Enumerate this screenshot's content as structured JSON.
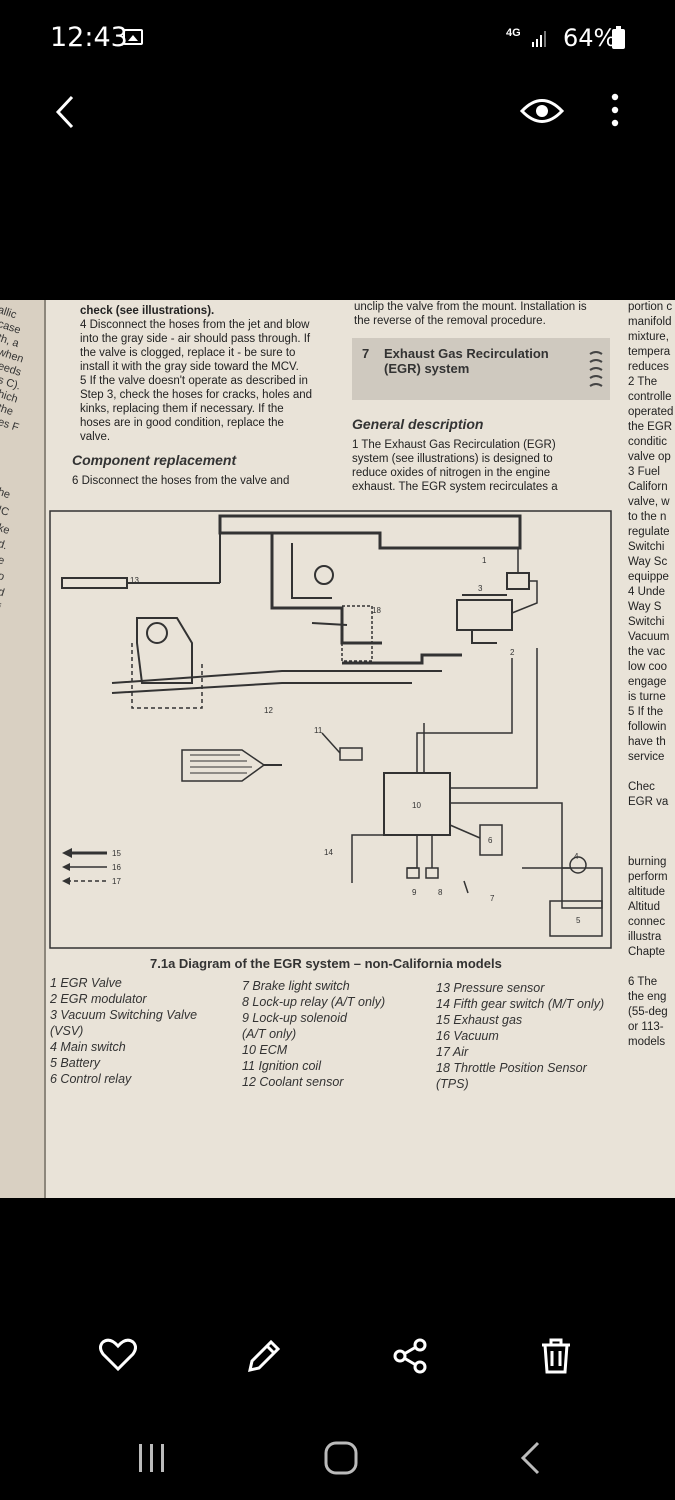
{
  "status": {
    "time": "12:43",
    "network": "4G",
    "battery": "64%"
  },
  "toolbar": {
    "back_icon": "back-arrow-icon",
    "view_icon": "eye-icon",
    "more_icon": "more-vertical-icon"
  },
  "photo": {
    "left_margin": [
      "allic",
      "case",
      "th, a",
      "when",
      "eeds",
      "s C).",
      "hich",
      "the",
      "es F",
      "he",
      "IC",
      "ke",
      "d.",
      "e",
      "o",
      "d",
      "i"
    ],
    "col1": [
      "check (see illustrations).",
      "4 Disconnect the hoses from the jet and blow",
      "into the gray side - air should pass through. If",
      "the valve is clogged, replace it - be sure to",
      "install it with the gray side toward the MCV.",
      "5 If the valve doesn't operate as described in",
      "Step 3, check the hoses for cracks, holes and",
      "kinks, replacing them if necessary. If the",
      "hoses are in good condition, replace the",
      "valve."
    ],
    "component_heading": "Component replacement",
    "col1_after": "6 Disconnect the hoses from the valve and",
    "col2_top": [
      "unclip the valve from the mount. Installation is",
      "the reverse of the removal procedure."
    ],
    "section": {
      "number": "7",
      "title": "Exhaust Gas Recirculation (EGR) system"
    },
    "general_heading": "General description",
    "col2": [
      "1 The Exhaust Gas Recirculation (EGR)",
      "system (see illustrations) is designed to",
      "reduce oxides of nitrogen in the engine",
      "exhaust. The EGR system recirculates a"
    ],
    "right_col": [
      "portion c",
      "manifold",
      "mixture,",
      "tempera",
      "reduces",
      "2 The",
      "controlle",
      "operated",
      "the EGR",
      "conditic",
      "valve op",
      "3 Fuel",
      "Californ",
      "valve, w",
      "to the n",
      "regulate",
      "Switchi",
      "Way Sc",
      "equippe",
      "4 Unde",
      "Way S",
      "Switchi",
      "Vacuum",
      "the vac",
      "low coo",
      "engage",
      "is turne",
      "5 If the",
      "followin",
      "have th",
      "service",
      "",
      "Chec",
      "EGR va",
      "",
      "",
      "",
      "burning",
      "perform",
      "altitude",
      "Altitud",
      "connec",
      "illustra",
      "Chapte",
      "",
      "6 The",
      "the eng",
      "(55-deg",
      "or 113-",
      "models"
    ],
    "diagram_labels": [
      "13",
      "18",
      "1",
      "3",
      "4",
      "2",
      "12",
      "11",
      "10",
      "6",
      "14",
      "9",
      "8",
      "7",
      "5",
      "15",
      "16",
      "17"
    ],
    "caption": "7.1a Diagram of the EGR system – non-California models",
    "legend_col1": [
      "1  EGR Valve",
      "2  EGR modulator",
      "3  Vacuum Switching Valve",
      "    (VSV)",
      "4  Main switch",
      "5  Battery",
      "6  Control relay"
    ],
    "legend_col2": [
      "7  Brake light switch",
      "8  Lock-up relay (A/T only)",
      "9  Lock-up solenoid",
      "    (A/T only)",
      "10 ECM",
      "11 Ignition coil",
      "12 Coolant sensor"
    ],
    "legend_col3": [
      "13 Pressure sensor",
      "14 Fifth gear switch (M/T only)",
      "15 Exhaust gas",
      "16 Vacuum",
      "17 Air",
      "18 Throttle Position Sensor",
      "    (TPS)"
    ]
  },
  "actions": {
    "favorite": "heart-icon",
    "edit": "pencil-icon",
    "share": "share-icon",
    "delete": "trash-icon"
  },
  "nav": {
    "recents": "recents-icon",
    "home": "home-icon",
    "back": "back-icon"
  }
}
